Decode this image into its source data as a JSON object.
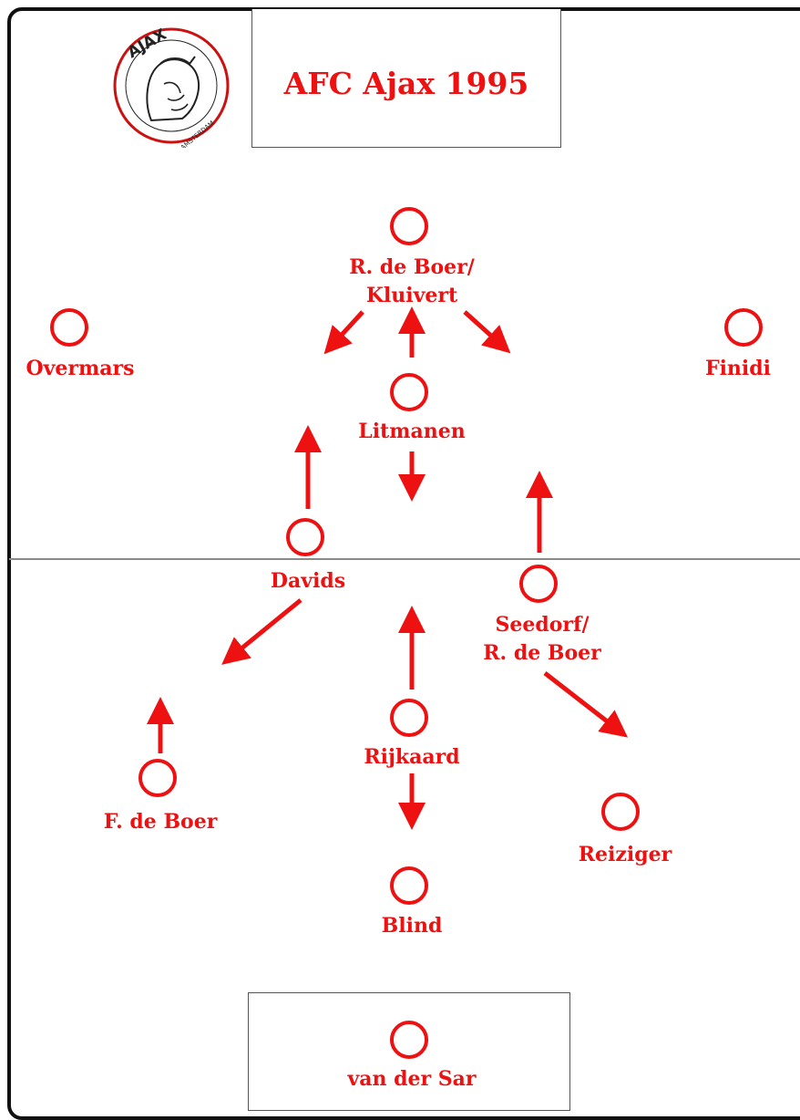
{
  "title": "AFC Ajax 1995",
  "logo": {
    "icon": "ajax-crest-icon",
    "wordmark": "AJAX",
    "city": "AMSTERDAM"
  },
  "colors": {
    "accent": "#ee1111",
    "line": "#8a8a8a",
    "border": "#111111"
  },
  "players": [
    {
      "id": "rdeboer-kluivert",
      "label": "R. de Boer/\nKluivert"
    },
    {
      "id": "overmars",
      "label": "Overmars"
    },
    {
      "id": "finidi",
      "label": "Finidi"
    },
    {
      "id": "litmanen",
      "label": "Litmanen"
    },
    {
      "id": "davids",
      "label": "Davids"
    },
    {
      "id": "seedorf-rdeboer",
      "label": "Seedorf/\nR. de Boer"
    },
    {
      "id": "rijkaard",
      "label": "Rijkaard"
    },
    {
      "id": "fdeboer",
      "label": "F. de Boer"
    },
    {
      "id": "reiziger",
      "label": "Reiziger"
    },
    {
      "id": "blind",
      "label": "Blind"
    },
    {
      "id": "vandersar",
      "label": "van der Sar"
    }
  ]
}
